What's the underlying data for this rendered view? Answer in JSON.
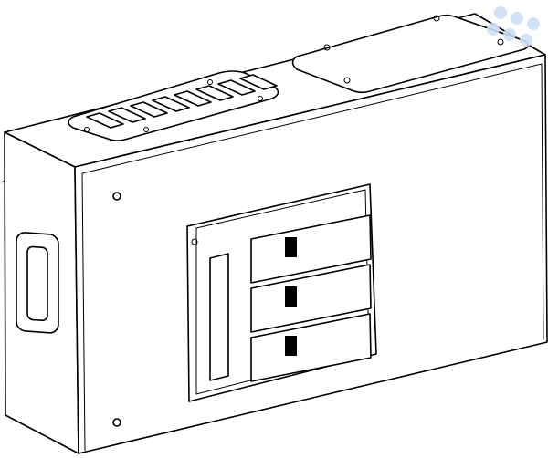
{
  "drawing": {
    "subject": "enclosure-line-drawing",
    "breaker_count": 3,
    "vent_slot_count": 8
  },
  "colors": {
    "line": "#000000",
    "background": "#ffffff",
    "watermark": "#cfe0f4"
  }
}
